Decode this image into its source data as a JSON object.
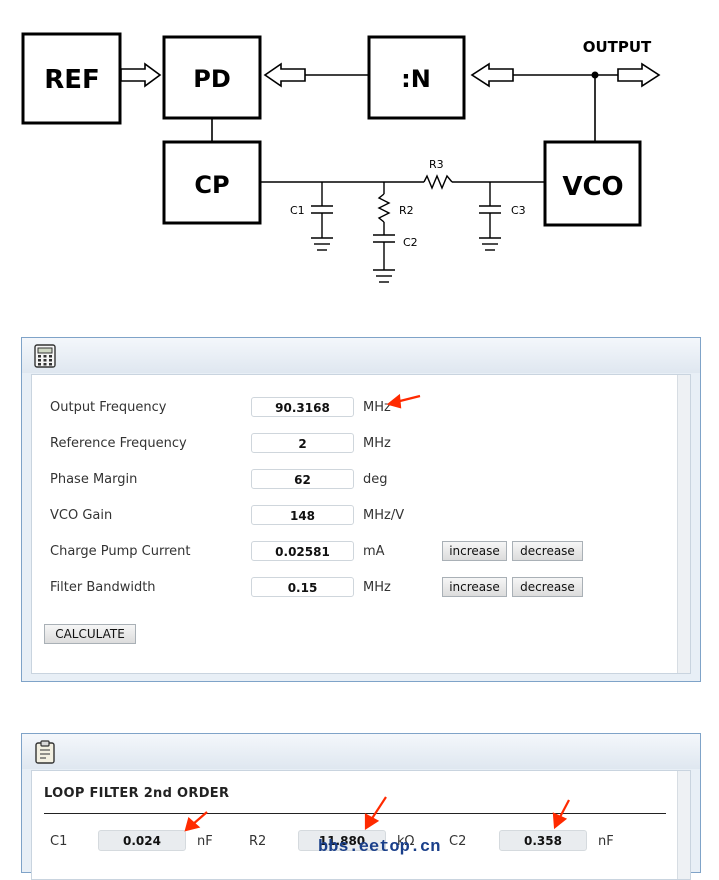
{
  "diagram": {
    "blocks": {
      "ref": "REF",
      "pd": "PD",
      "cp": "CP",
      "divider": ":N",
      "vco": "VCO"
    },
    "output_label": "OUTPUT",
    "components": {
      "c1": "C1",
      "r2": "R2",
      "c2": "C2",
      "r3": "R3",
      "c3": "C3"
    }
  },
  "calculator": {
    "rows": [
      {
        "label": "Output Frequency",
        "value": "90.3168",
        "unit": "MHz"
      },
      {
        "label": "Reference Frequency",
        "value": "2",
        "unit": "MHz"
      },
      {
        "label": "Phase Margin",
        "value": "62",
        "unit": "deg"
      },
      {
        "label": "VCO Gain",
        "value": "148",
        "unit": "MHz/V"
      },
      {
        "label": "Charge Pump Current",
        "value": "0.02581",
        "unit": "mA",
        "increase": "increase",
        "decrease": "decrease"
      },
      {
        "label": "Filter Bandwidth",
        "value": "0.15",
        "unit": "MHz",
        "increase": "increase",
        "decrease": "decrease"
      }
    ],
    "calculate_label": "CALCULATE"
  },
  "results": {
    "title": "LOOP FILTER 2nd ORDER",
    "items": [
      {
        "label": "C1",
        "value": "0.024",
        "unit": "nF"
      },
      {
        "label": "R2",
        "value": "11.880",
        "unit": "kΩ"
      },
      {
        "label": "C2",
        "value": "0.358",
        "unit": "nF"
      }
    ]
  },
  "watermark": "bbs.eetop.cn",
  "colors": {
    "arrow": "#ff2a00",
    "panel_border": "#7fa3c8",
    "watermark": "#1a3f8a"
  }
}
